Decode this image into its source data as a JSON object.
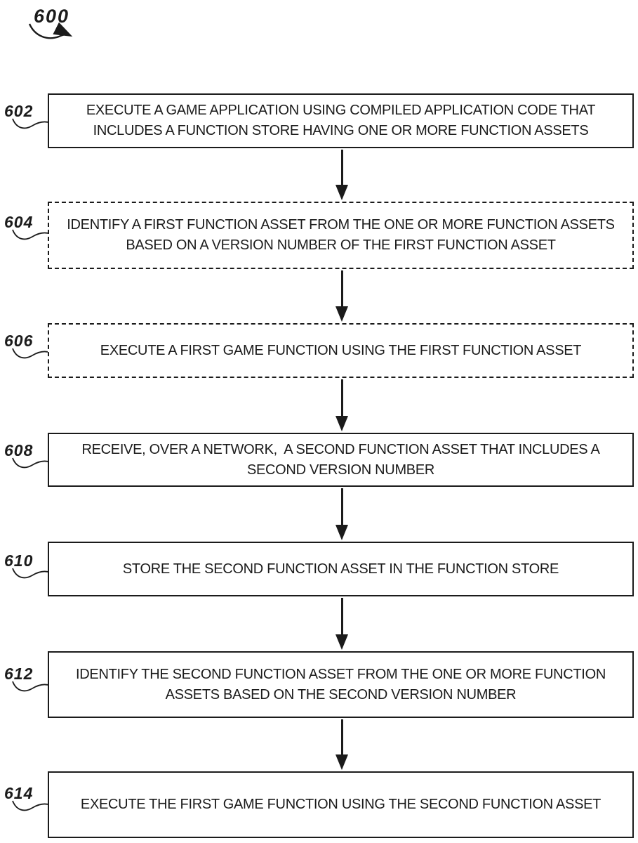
{
  "figure": {
    "ref": "600"
  },
  "steps": [
    {
      "ref": "602",
      "border": "solid",
      "lines": [
        "EXECUTE A GAME APPLICATION USING COMPILED APPLICATION CODE THAT",
        "INCLUDES A FUNCTION STORE HAVING ONE OR MORE FUNCTION ASSETS"
      ]
    },
    {
      "ref": "604",
      "border": "dashed",
      "lines": [
        "IDENTIFY A FIRST FUNCTION ASSET FROM THE ONE OR MORE FUNCTION ASSETS",
        "BASED ON A VERSION NUMBER OF THE FIRST FUNCTION ASSET"
      ]
    },
    {
      "ref": "606",
      "border": "dashed",
      "lines": [
        "EXECUTE A FIRST GAME FUNCTION USING THE FIRST FUNCTION ASSET"
      ]
    },
    {
      "ref": "608",
      "border": "solid",
      "lines": [
        "RECEIVE, OVER A NETWORK,  A SECOND FUNCTION ASSET THAT INCLUDES A",
        "SECOND VERSION NUMBER"
      ]
    },
    {
      "ref": "610",
      "border": "solid",
      "lines": [
        "STORE THE SECOND FUNCTION ASSET IN THE FUNCTION STORE"
      ]
    },
    {
      "ref": "612",
      "border": "solid",
      "lines": [
        "IDENTIFY THE SECOND FUNCTION ASSET FROM THE ONE OR MORE FUNCTION",
        "ASSETS BASED ON THE SECOND VERSION NUMBER"
      ]
    },
    {
      "ref": "614",
      "border": "solid",
      "lines": [
        "EXECUTE THE FIRST GAME FUNCTION USING THE SECOND FUNCTION ASSET"
      ]
    }
  ],
  "colors": {
    "ink": "#1b1b1b",
    "background": "#ffffff"
  }
}
